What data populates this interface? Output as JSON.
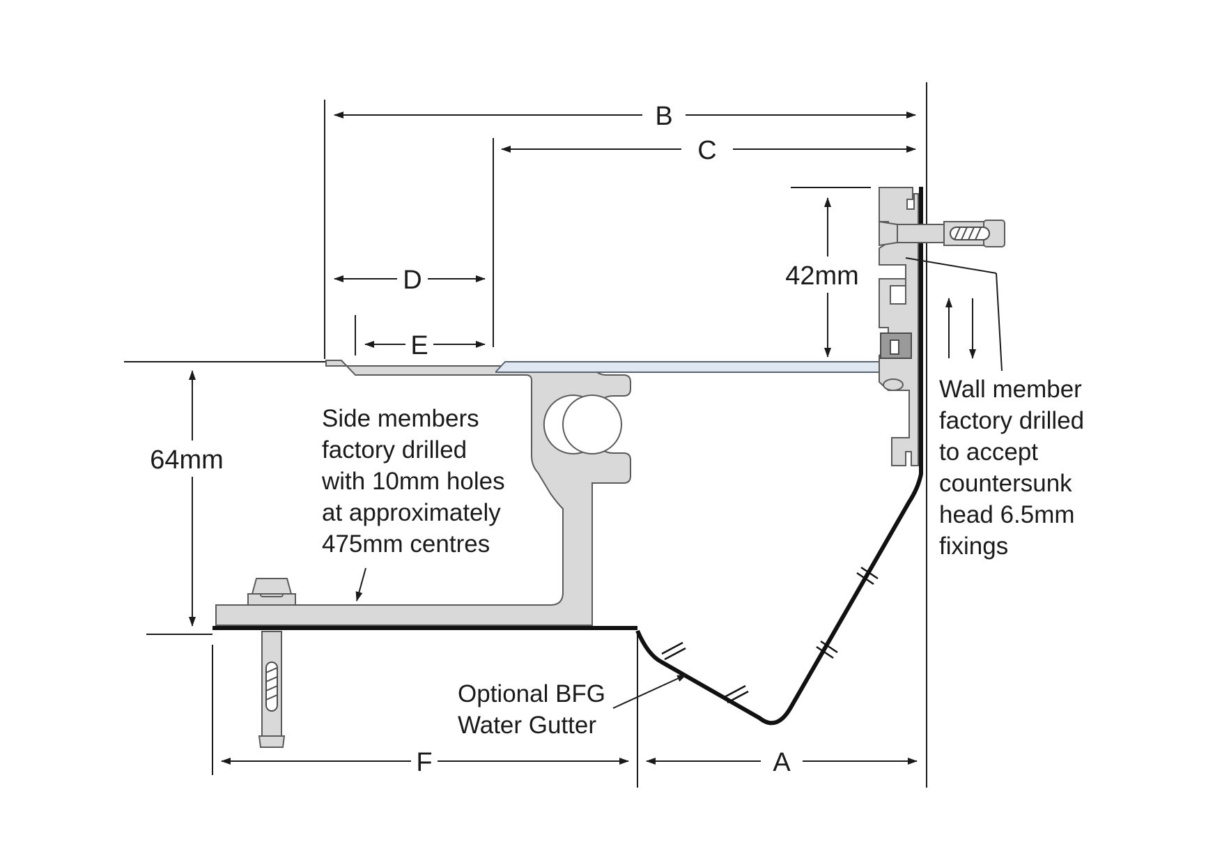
{
  "dimensions": {
    "a": "A",
    "b": "B",
    "c": "C",
    "d": "D",
    "e": "E",
    "f": "F",
    "height_64": "64mm",
    "height_42": "42mm"
  },
  "notes": {
    "side_members": [
      "Side members",
      "factory drilled",
      "with 10mm holes",
      "at approximately",
      "475mm centres"
    ],
    "wall_member": [
      "Wall member",
      "factory drilled",
      "to accept",
      "countersunk",
      "head 6.5mm",
      "fixings"
    ],
    "gutter": [
      "Optional BFG",
      "Water Gutter"
    ]
  }
}
